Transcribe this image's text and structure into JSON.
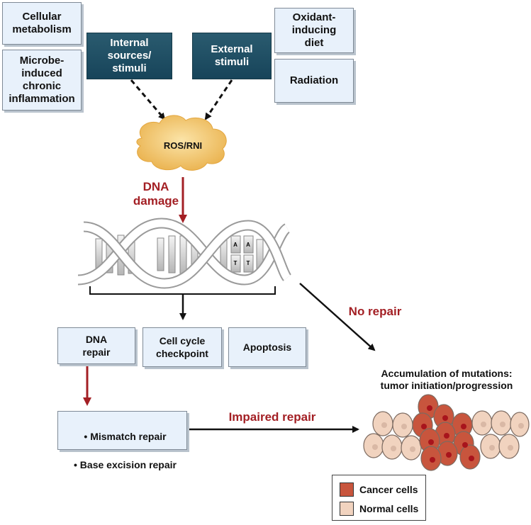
{
  "sources": {
    "cellular_metabolism": "Cellular\nmetabolism",
    "microbe_inflammation": "Microbe-\ninduced\nchronic\ninflammation",
    "internal": "Internal\nsources/\nstimuli",
    "external": "External\nstimuli",
    "oxidant_diet": "Oxidant-\ninducing\ndiet",
    "radiation": "Radiation"
  },
  "ros_label": "ROS/RNI",
  "dna_damage_label": "DNA\ndamage",
  "responses": {
    "dna_repair": "DNA\nrepair",
    "cell_cycle": "Cell cycle\ncheckpoint",
    "apoptosis": "Apoptosis"
  },
  "repair_types": [
    "Mismatch repair",
    "Base excision repair"
  ],
  "no_repair_label": "No repair",
  "impaired_repair_label": "Impaired repair",
  "outcome_label": "Accumulation of mutations:\ntumor initiation/progression",
  "dna_base_letters": [
    "A",
    "A",
    "T",
    "T"
  ],
  "legend": [
    {
      "label": "Cancer cells",
      "color": "#c8553d"
    },
    {
      "label": "Normal cells",
      "color": "#f1d3bf"
    }
  ],
  "colors": {
    "dark_box": "#1f4e60",
    "light_box": "#e8f1fb",
    "red_arrow": "#a31f24",
    "cloud": "#f3c76a",
    "cancer_cell": "#c8553d",
    "normal_cell": "#f1d3bf"
  }
}
